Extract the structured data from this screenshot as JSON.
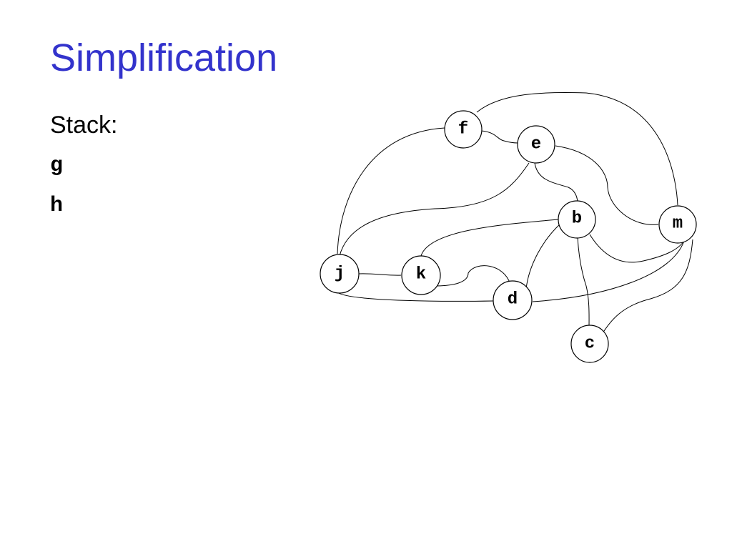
{
  "slide": {
    "title": "Simplification",
    "stack_label": "Stack:",
    "stack_items": [
      "g",
      "h"
    ]
  },
  "graph": {
    "nodes": [
      {
        "id": "f",
        "label": "f"
      },
      {
        "id": "e",
        "label": "e"
      },
      {
        "id": "b",
        "label": "b"
      },
      {
        "id": "m",
        "label": "m"
      },
      {
        "id": "j",
        "label": "j"
      },
      {
        "id": "k",
        "label": "k"
      },
      {
        "id": "d",
        "label": "d"
      },
      {
        "id": "c",
        "label": "c"
      }
    ],
    "edges": [
      [
        "f",
        "e"
      ],
      [
        "f",
        "j"
      ],
      [
        "f",
        "m"
      ],
      [
        "e",
        "j"
      ],
      [
        "e",
        "b"
      ],
      [
        "e",
        "m"
      ],
      [
        "b",
        "k"
      ],
      [
        "b",
        "d"
      ],
      [
        "b",
        "m"
      ],
      [
        "b",
        "c"
      ],
      [
        "j",
        "k"
      ],
      [
        "j",
        "d"
      ],
      [
        "k",
        "d"
      ],
      [
        "d",
        "m"
      ],
      [
        "m",
        "c"
      ]
    ]
  },
  "colors": {
    "title": "#3333cc",
    "text": "#000000",
    "background": "#ffffff"
  }
}
